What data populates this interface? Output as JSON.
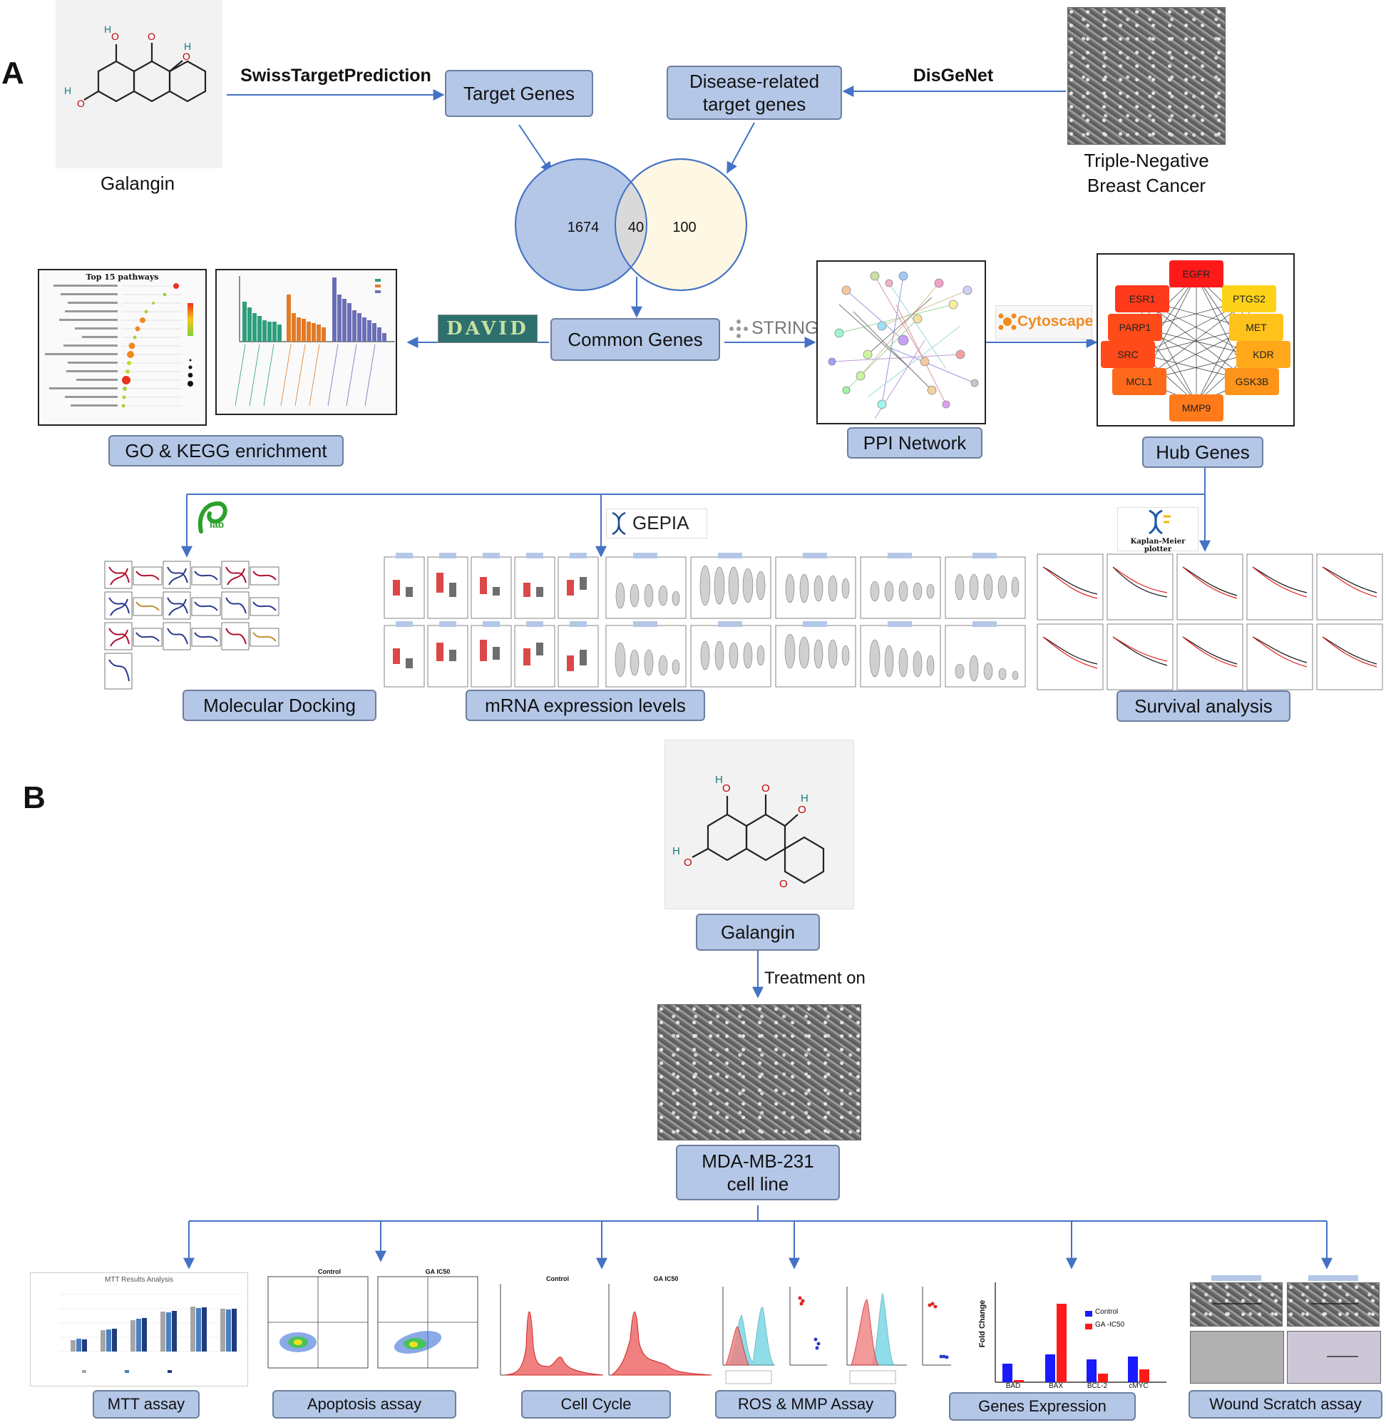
{
  "panelA": {
    "letter": "A",
    "galangin_label": "Galangin",
    "swiss_label": "SwissTargetPrediction",
    "disgenet_label": "DisGeNet",
    "target_genes": "Target Genes",
    "disease_genes_line1": "Disease-related",
    "disease_genes_line2": "target genes",
    "tnbc_line1": "Triple-Negative",
    "tnbc_line2": "Breast Cancer",
    "venn": {
      "left": "1674",
      "overlap": "40",
      "right": "100"
    },
    "common_genes": "Common Genes",
    "string_label": "STRING",
    "cytoscape_label": "Cytoscape",
    "david_label": "DAVID",
    "go_kegg": "GO & KEGG enrichment",
    "ppi_network": "PPI Network",
    "hub_genes_title": "Hub Genes",
    "hub_genes": [
      "EGFR",
      "ESR1",
      "PTGS2",
      "PARP1",
      "MET",
      "SRC",
      "KDR",
      "MCL1",
      "GSK3B",
      "MMP9"
    ],
    "kegg_title": "Top 15 pathways",
    "gepia_label": "GEPIA",
    "km_label": "Kaplan-Meier plotter",
    "molecular_docking": "Molecular Docking",
    "mrna_expression": "mRNA expression levels",
    "survival_analysis": "Survival analysis"
  },
  "panelB": {
    "letter": "B",
    "galangin_label": "Galangin",
    "treatment_label": "Treatment on",
    "cell_line_line1": "MDA-MB-231",
    "cell_line_line2": "cell line",
    "assays": [
      "MTT assay",
      "Apoptosis assay",
      "Cell Cycle",
      "ROS & MMP Assay",
      "Genes Expression",
      "Wound Scratch assay"
    ],
    "mtt_title": "MTT Results Analysis",
    "apoptosis_control": "Control",
    "apoptosis_treated": "GA IC50",
    "cellcycle_control": "Control",
    "cellcycle_treated": "GA IC50",
    "genes_legend": [
      "Control",
      "GA -IC50"
    ],
    "genes_categories": [
      "BAD",
      "BAX",
      "BCL-2",
      "cMYC"
    ],
    "genes_ylabel": "Fold Change",
    "colors": {
      "control": "#1a1aff",
      "treated": "#ff1a1a",
      "box_fill": "#b4c7e7"
    }
  }
}
